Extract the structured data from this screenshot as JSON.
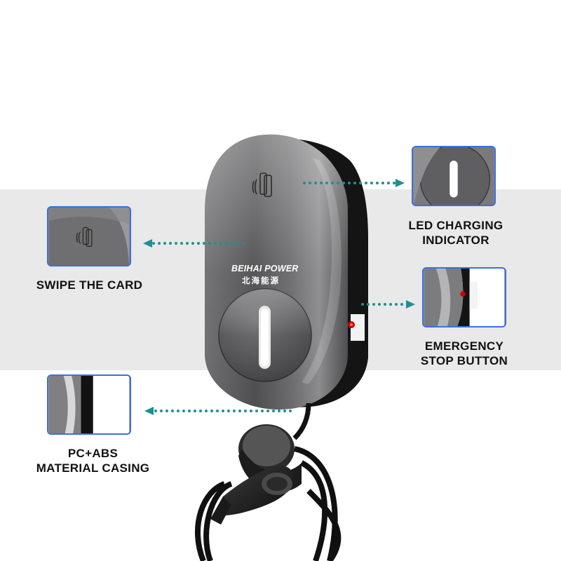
{
  "product": {
    "brand_name": "BEIHAI POWER",
    "brand_subtitle": "北海能源"
  },
  "callouts": {
    "swipe_card": {
      "label": "SWIPE THE CARD",
      "icon": "rfid-card-icon"
    },
    "led_indicator": {
      "label": "LED CHARGING\nINDICATOR"
    },
    "emergency_stop": {
      "label": "EMERGENCY\nSTOP BUTTON"
    },
    "casing": {
      "label": "PC+ABS\nMATERIAL CASING"
    }
  },
  "colors": {
    "accent_border": "#3b6fe0",
    "arrow": "#1f8f95",
    "band": "#e9e9e9",
    "housing": "#5a5a5c",
    "led": "#ffffff",
    "stop_button": "#d10000"
  }
}
